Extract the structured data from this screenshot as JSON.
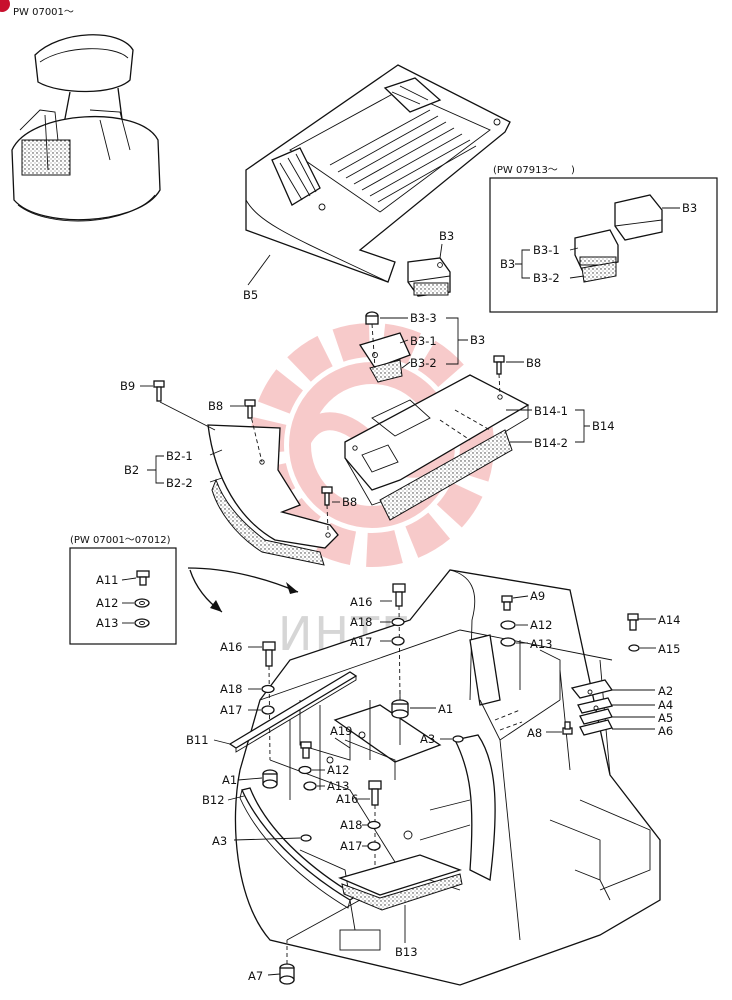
{
  "header": {
    "model_range": "PW 07001～"
  },
  "watermark": {
    "text": "ИНТЕХ",
    "color": "#f2a0a0"
  },
  "insets": {
    "b3_variant": {
      "header": "(PW 07913～　 )",
      "labels": {
        "b3": "B3",
        "b3_group": "B3",
        "b3_1": "B3-1",
        "b3_2": "B3-2"
      }
    },
    "a11_variant": {
      "header": "(PW 07001～07012)",
      "labels": {
        "a11": "A11",
        "a12": "A12",
        "a13": "A13"
      }
    }
  },
  "labels": {
    "b5": "B5",
    "b3_top": "B3",
    "b3_3": "B3-3",
    "b3_1": "B3-1",
    "b3_2": "B3-2",
    "b3_group": "B3",
    "b8_top": "B8",
    "b9": "B9",
    "b8_left": "B8",
    "b8_mid": "B8",
    "b2": "B2",
    "b2_1": "B2-1",
    "b2_2": "B2-2",
    "b14_1": "B14-1",
    "b14_2": "B14-2",
    "b14": "B14",
    "a16_top": "A16",
    "a18_top": "A18",
    "a17_top": "A17",
    "a9": "A9",
    "a12_top": "A12",
    "a13_top": "A13",
    "a14": "A14",
    "a15": "A15",
    "a16_left": "A16",
    "a18_left": "A18",
    "a17_left": "A17",
    "a1_center": "A1",
    "b11": "B11",
    "a19": "A19",
    "a3_center": "A3",
    "a2": "A2",
    "a4": "A4",
    "a5": "A5",
    "a6": "A6",
    "a8": "A8",
    "a1_left": "A1",
    "b12": "B12",
    "a12_mid": "A12",
    "a13_mid": "A13",
    "a16_mid": "A16",
    "a18_mid": "A18",
    "a17_mid": "A17",
    "a3_left": "A3",
    "b13": "B13",
    "a7": "A7"
  }
}
